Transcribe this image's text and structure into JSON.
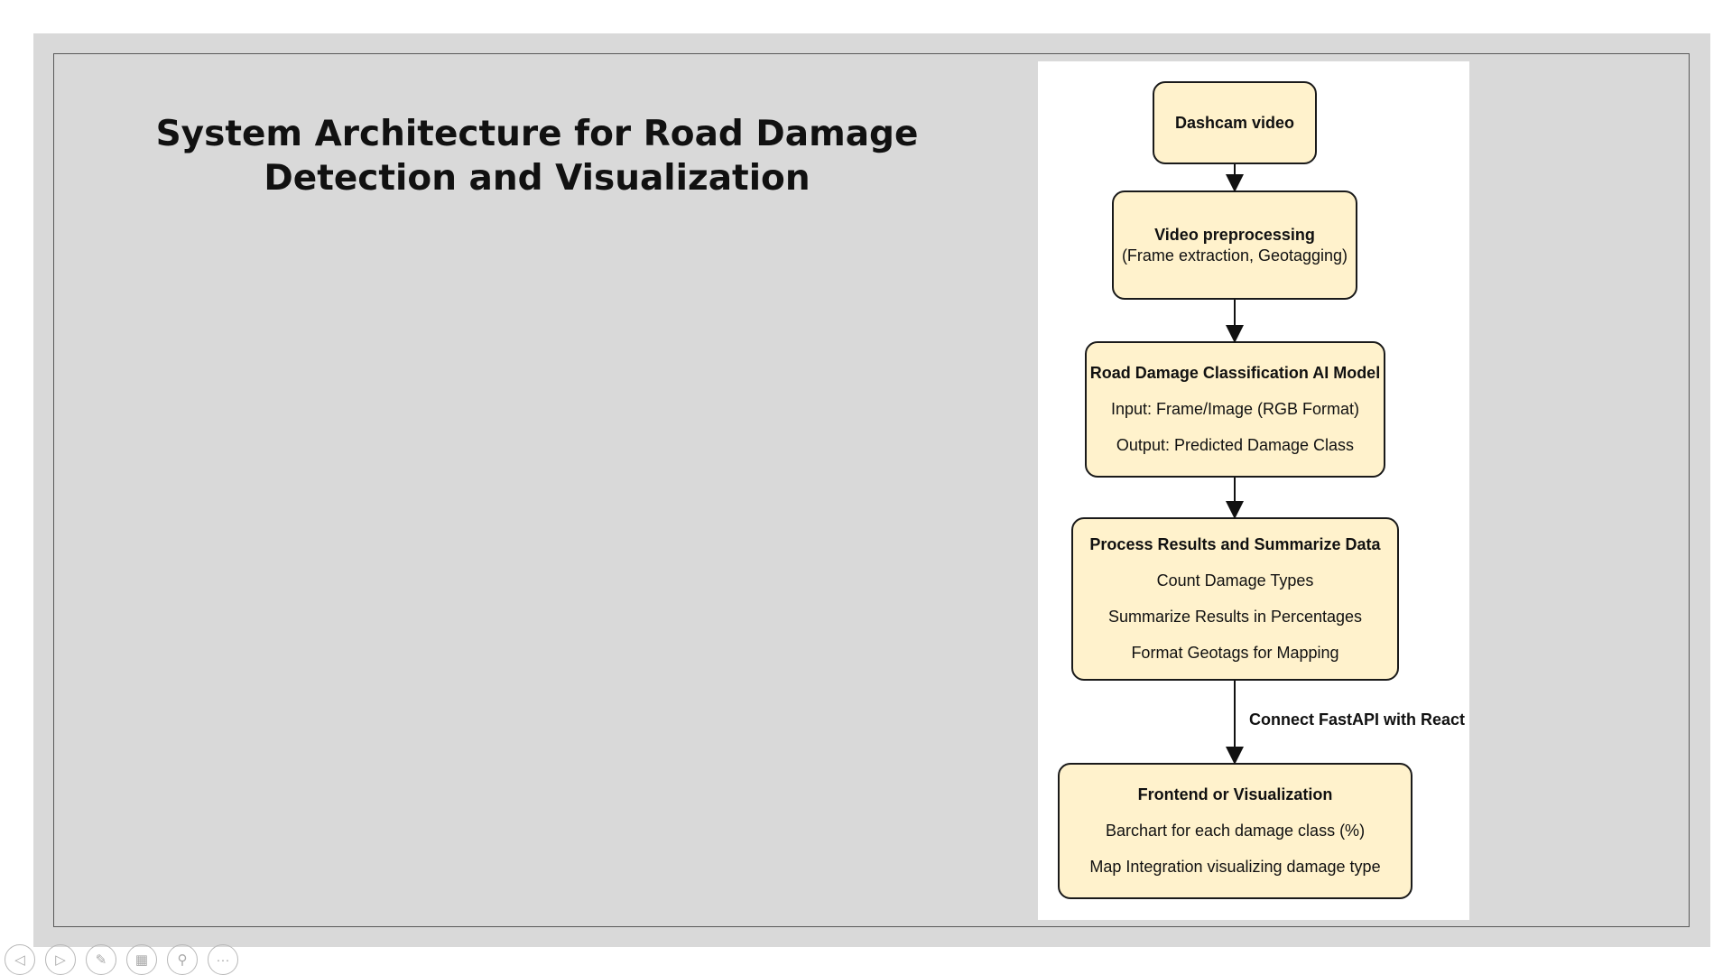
{
  "slide": {
    "title": "System Architecture for Road Damage Detection and Visualization"
  },
  "diagram": {
    "nodes": [
      {
        "title": "Dashcam video",
        "lines": []
      },
      {
        "title": "Video preprocessing",
        "lines": [
          "(Frame extraction, Geotagging)"
        ]
      },
      {
        "title": "Road Damage Classification AI Model",
        "lines": [
          "Input: Frame/Image (RGB Format)",
          "Output: Predicted Damage Class"
        ]
      },
      {
        "title": "Process Results and Summarize Data",
        "lines": [
          "Count Damage Types",
          "Summarize Results in Percentages",
          "Format Geotags for Mapping"
        ]
      },
      {
        "title": "Frontend or Visualization",
        "lines": [
          "Barchart for each damage class (%)",
          "Map Integration visualizing damage type"
        ]
      }
    ],
    "edges": [
      {
        "from": 0,
        "to": 1,
        "label": ""
      },
      {
        "from": 1,
        "to": 2,
        "label": ""
      },
      {
        "from": 2,
        "to": 3,
        "label": ""
      },
      {
        "from": 3,
        "to": 4,
        "label": "Connect FastAPI with React"
      }
    ],
    "colors": {
      "node_fill": "#fff2cc",
      "node_border": "#1a1a1a",
      "background": "#d9d9d9"
    }
  },
  "toolbar": {
    "buttons": [
      {
        "icon": "previous-slide-icon",
        "glyph": "◁"
      },
      {
        "icon": "next-slide-icon",
        "glyph": "▷"
      },
      {
        "icon": "pen-icon",
        "glyph": "✎"
      },
      {
        "icon": "see-all-slides-icon",
        "glyph": "▦"
      },
      {
        "icon": "zoom-icon",
        "glyph": "⚲"
      },
      {
        "icon": "more-options-icon",
        "glyph": "···"
      }
    ]
  }
}
